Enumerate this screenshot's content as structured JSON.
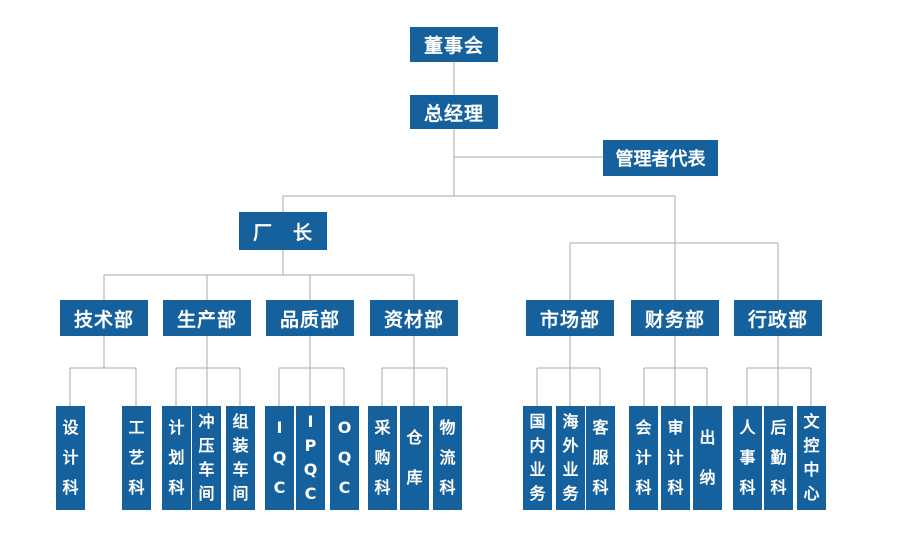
{
  "palette": {
    "node-blue": "#15619e",
    "line-gray": "#a8a8a8",
    "node-text": "#ffffff",
    "canvas-bg": "#ffffff"
  },
  "org": {
    "board": {
      "label": "董事会"
    },
    "general_manager": {
      "label": "总经理"
    },
    "management_representative": {
      "label": "管理者代表"
    },
    "factory_director": {
      "label": "厂　长"
    },
    "departments": [
      {
        "label": "技术部",
        "children": [
          "设计科",
          "工艺科"
        ]
      },
      {
        "label": "生产部",
        "children": [
          "计划科",
          "冲压车间",
          "组装车间"
        ]
      },
      {
        "label": "品质部",
        "children": [
          "IQC",
          "IPQC",
          "OQC"
        ]
      },
      {
        "label": "资材部",
        "children": [
          "采购科",
          "仓库",
          "物流科"
        ]
      },
      {
        "label": "市场部",
        "children": [
          "国内业务",
          "海外业务",
          "客服科"
        ]
      },
      {
        "label": "财务部",
        "children": [
          "会计科",
          "审计科",
          "出纳"
        ]
      },
      {
        "label": "行政部",
        "children": [
          "人事科",
          "后勤科",
          "文控中心"
        ]
      }
    ]
  }
}
